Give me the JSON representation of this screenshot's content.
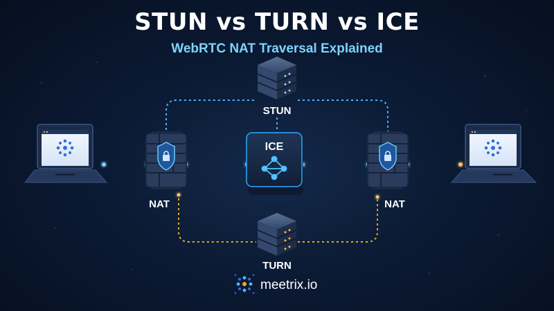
{
  "title": "STUN vs TURN vs ICE",
  "subtitle": "WebRTC NAT Traversal Explained",
  "nodes": {
    "stun_label": "STUN",
    "turn_label": "TURN",
    "ice_label": "ICE",
    "nat_left_label": "NAT",
    "nat_right_label": "NAT"
  },
  "brand": {
    "name": "meetrix.io"
  },
  "colors": {
    "background": "#0b1a33",
    "accent_blue": "#2fa9ff",
    "accent_orange": "#f5a623",
    "subtitle": "#7fd3ff"
  }
}
